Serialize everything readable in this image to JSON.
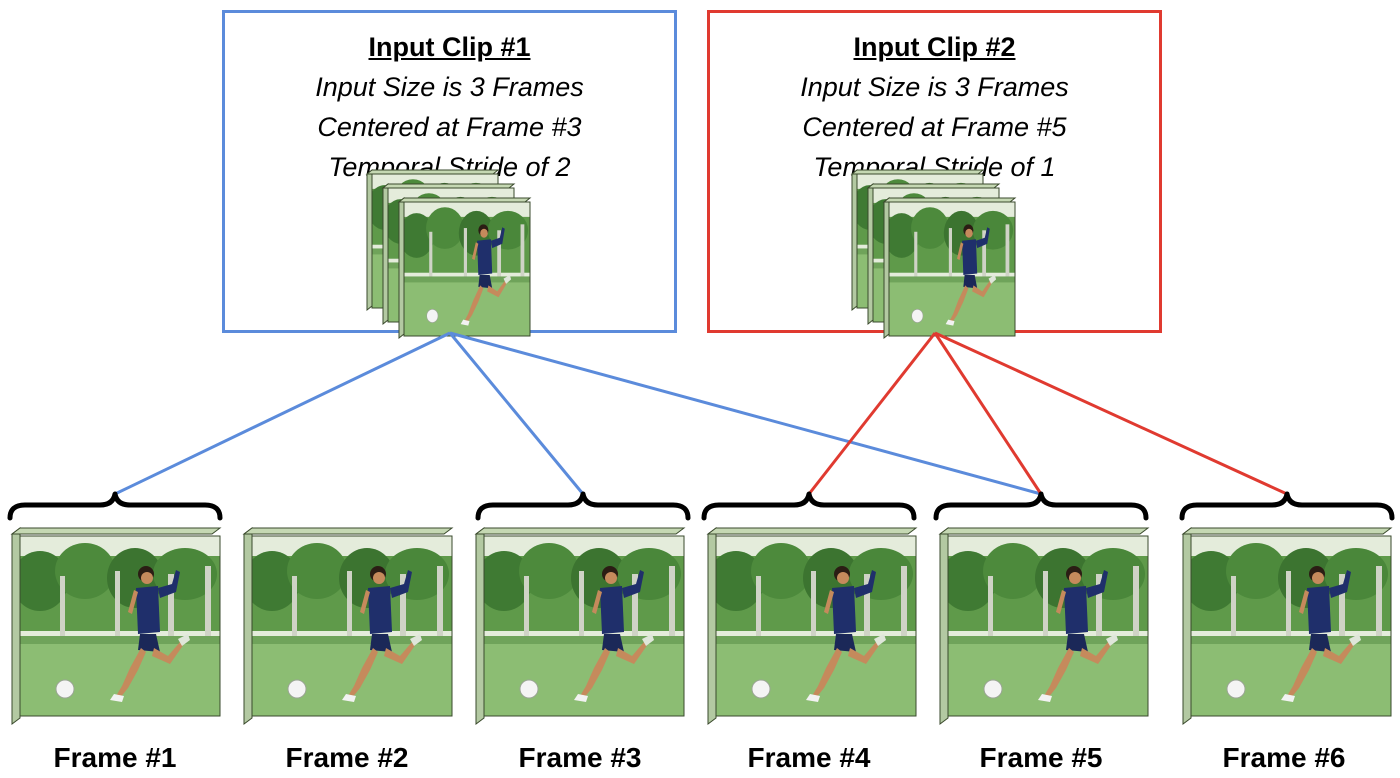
{
  "clips": [
    {
      "title": "Input Clip #1",
      "lines": [
        "Input Size is 3 Frames",
        "Centered at Frame #3",
        "Temporal Stride of 2"
      ],
      "color": "#5b8bdb"
    },
    {
      "title": "Input Clip #2",
      "lines": [
        "Input Size is 3 Frames",
        "Centered at Frame #5",
        "Temporal Stride of 1"
      ],
      "color": "#e03a30"
    }
  ],
  "frames": [
    "Frame #1",
    "Frame #2",
    "Frame #3",
    "Frame #4",
    "Frame #5",
    "Frame #6"
  ],
  "connections": [
    {
      "clip": 0,
      "target": "frame-1-brace"
    },
    {
      "clip": 0,
      "target": "frame-3-brace"
    },
    {
      "clip": 0,
      "target": "frame-5-brace"
    },
    {
      "clip": 1,
      "target": "frame-4-brace"
    },
    {
      "clip": 1,
      "target": "frame-5-brace"
    },
    {
      "clip": 1,
      "target": "frame-6-brace"
    }
  ],
  "colors": {
    "frame_side": "#b3c9a2",
    "frame_edge": "#3a4a2c",
    "sky": "#dfe8d5",
    "trees": "#4f8a3e",
    "grass": "#8fbf78",
    "player_shirt": "#1f2f6b",
    "skin": "#c58a5c"
  }
}
